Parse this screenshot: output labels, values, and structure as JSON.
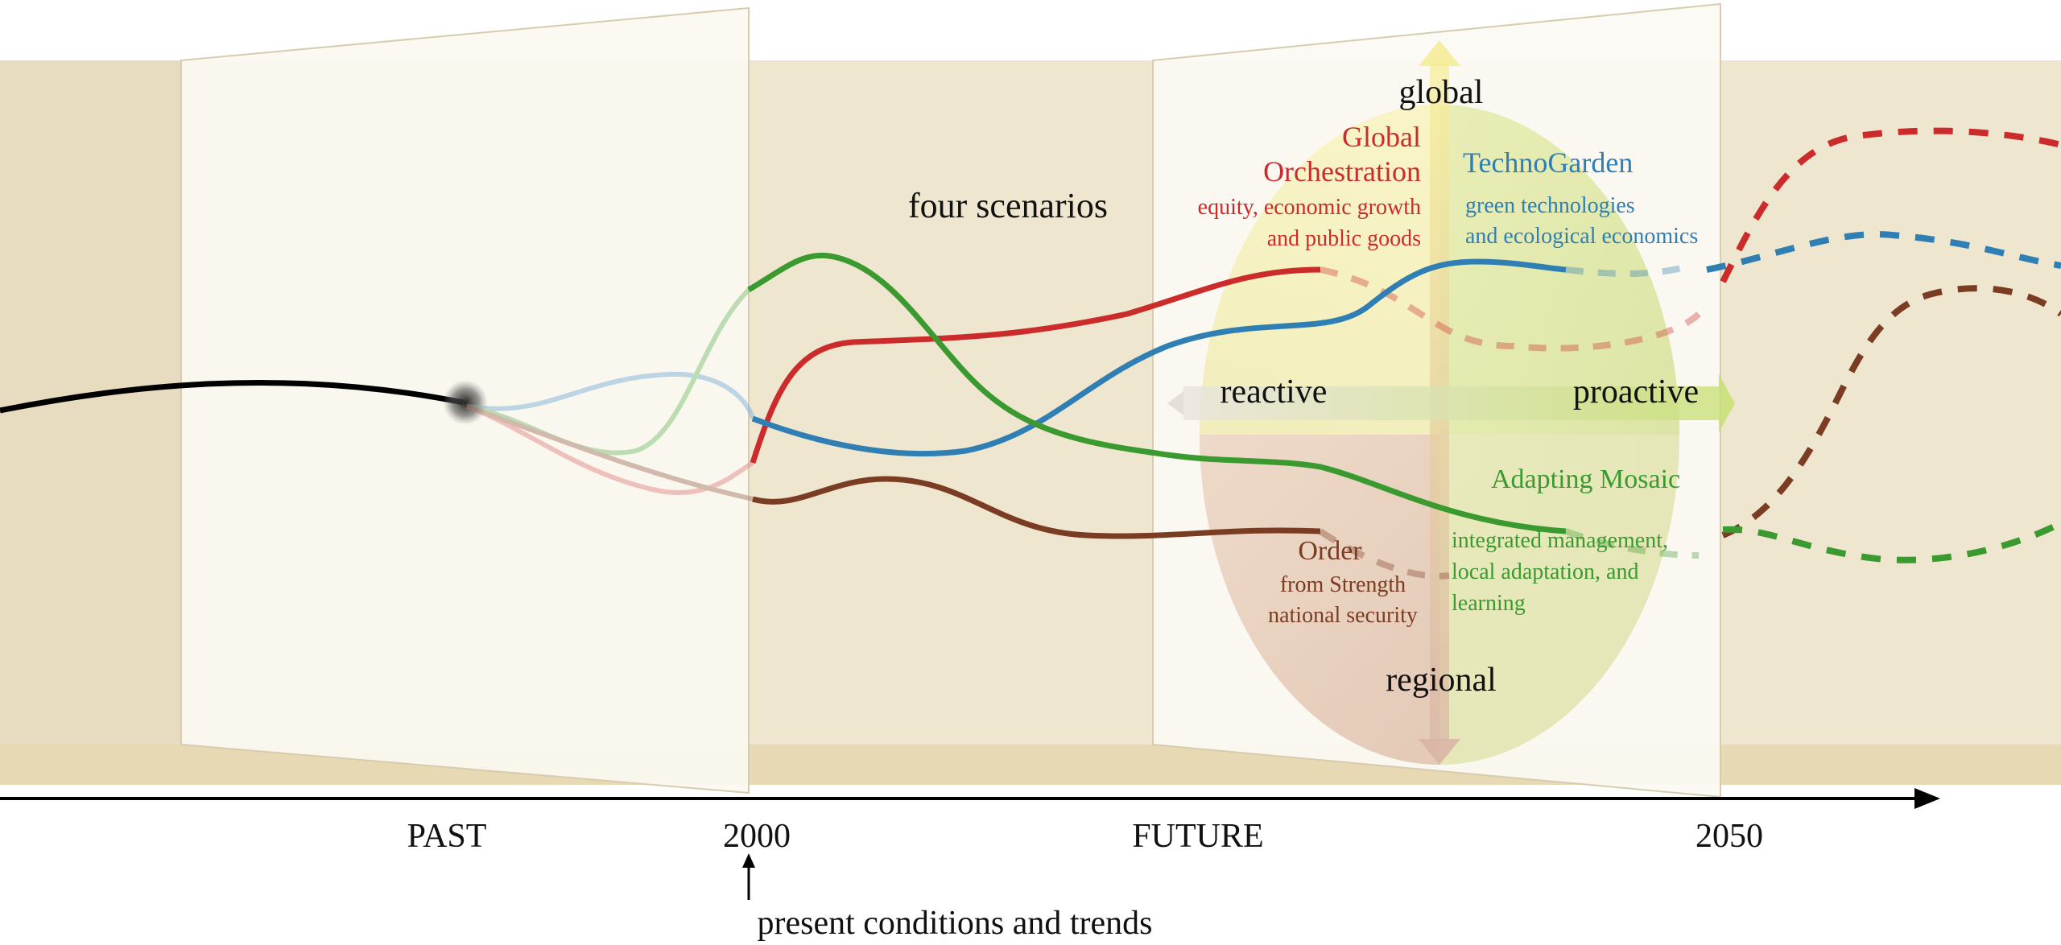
{
  "title": "four scenarios",
  "axis": {
    "past": "PAST",
    "start_year": "2000",
    "future": "FUTURE",
    "end_year": "2050",
    "present_note": "present conditions and trends"
  },
  "quadrant_axes": {
    "top": "global",
    "bottom": "regional",
    "left": "reactive",
    "right": "proactive"
  },
  "scenarios": {
    "global_orchestration": {
      "name_line1": "Global",
      "name_line2": "Orchestration",
      "desc_line1": "equity, economic growth",
      "desc_line2": "and public goods",
      "color": "#cc2b2b"
    },
    "technogarden": {
      "name_line1": "TechnoGarden",
      "desc_line1": "green technologies",
      "desc_line2": "and ecological economics",
      "color": "#2f7fb4"
    },
    "adapting_mosaic": {
      "name_line1": "Adapting Mosaic",
      "desc_line1": "integrated management,",
      "desc_line2": "local adaptation, and",
      "desc_line3": "learning",
      "color": "#3a9a2f"
    },
    "order_from_strength": {
      "name_line1": "Order",
      "name_line2": "from Strength",
      "desc_line1": "national security",
      "color": "#7a3c22"
    }
  }
}
